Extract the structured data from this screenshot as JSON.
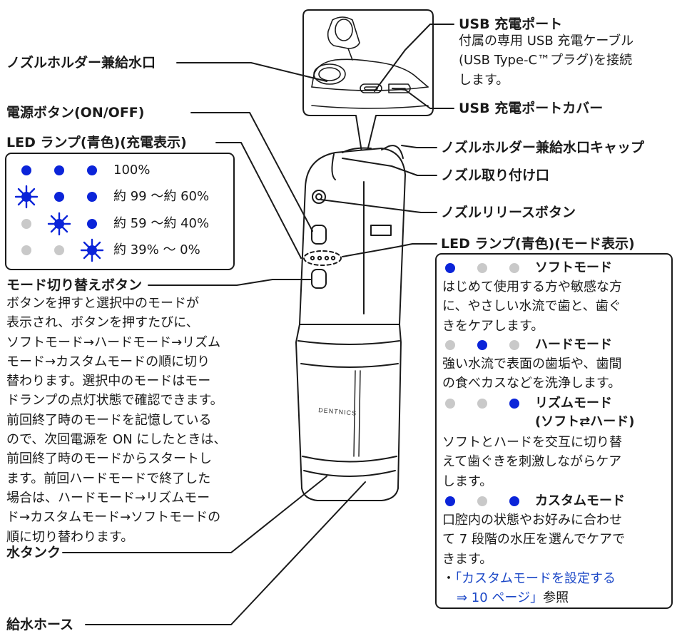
{
  "labels": {
    "usb_port": "USB 充電ポート",
    "usb_port_desc": [
      "付属の専用 USB 充電ケーブル",
      "(USB Type-C™プラグ)を接続",
      "します。"
    ],
    "usb_port_cover": "USB 充電ポートカバー",
    "nozzle_holder": "ノズルホルダー兼給水口",
    "nozzle_holder_cap": "ノズルホルダー兼給水口キャップ",
    "nozzle_socket": "ノズル取り付け口",
    "nozzle_release": "ノズルリリースボタン",
    "power_button": "電源ボタン(ON/OFF)",
    "led_charge": "LED ランプ(青色)(充電表示)",
    "led_mode": "LED ランプ(青色)(モード表示)",
    "mode_switch": "モード切り替えボタン",
    "water_tank": "水タンク",
    "water_hose": "給水ホース",
    "brand": "DENTNICS"
  },
  "charge_table": [
    {
      "dots": [
        "on",
        "on",
        "on"
      ],
      "text": "100%"
    },
    {
      "dots": [
        "blink",
        "on",
        "on"
      ],
      "text": "約 99 ～約 60%"
    },
    {
      "dots": [
        "off",
        "blink",
        "on"
      ],
      "text": "約 59 ～約 40%"
    },
    {
      "dots": [
        "off",
        "off",
        "blink"
      ],
      "text": "約 39% ～ 0%"
    }
  ],
  "mode_switch_desc": [
    "ボタンを押すと選択中のモードが",
    "表示され、ボタンを押すたびに、",
    "ソフトモード→ハードモード→リズム",
    "モード→カスタムモードの順に切り",
    "替わります。選択中のモードはモー",
    "ドランプの点灯状態で確認できます。",
    "前回終了時のモードを記憶している",
    "ので、次回電源を ON にしたときは、",
    "前回終了時のモードからスタートし",
    "ます。前回ハードモードで終了した",
    "場合は、ハードモード→リズムモー",
    "ド→カスタムモード→ソフトモードの",
    "順に切り替わります。"
  ],
  "modes": {
    "soft": {
      "name": "ソフトモード",
      "desc": [
        "はじめて使用する方や敏感な方",
        "に、やさしい水流で歯と、歯ぐ",
        "きをケアします。"
      ]
    },
    "hard": {
      "name": "ハードモード",
      "desc": [
        "強い水流で表面の歯垢や、歯間",
        "の食べカスなどを洗浄します。"
      ]
    },
    "rhythm": {
      "name": "リズムモード",
      "sub": "(ソフト⇄ハード)",
      "desc": [
        "ソフトとハードを交互に切り替",
        "えて歯ぐきを刺激しながらケア",
        "します。"
      ]
    },
    "custom": {
      "name": "カスタムモード",
      "desc": [
        "口腔内の状態やお好みに合わせ",
        "て 7 段階の水圧を選んでケアで",
        "きます。"
      ]
    },
    "ref_bullet": "・",
    "ref_line1": "「カスタムモードを設定する",
    "ref_line2_link": "⇒ 10 ページ」",
    "ref_line2_tail": "参照"
  },
  "colors": {
    "led_blue": "#0b24d9",
    "led_off": "#c9c9c9",
    "link": "#1c48c7",
    "line": "#1a1a1a"
  }
}
